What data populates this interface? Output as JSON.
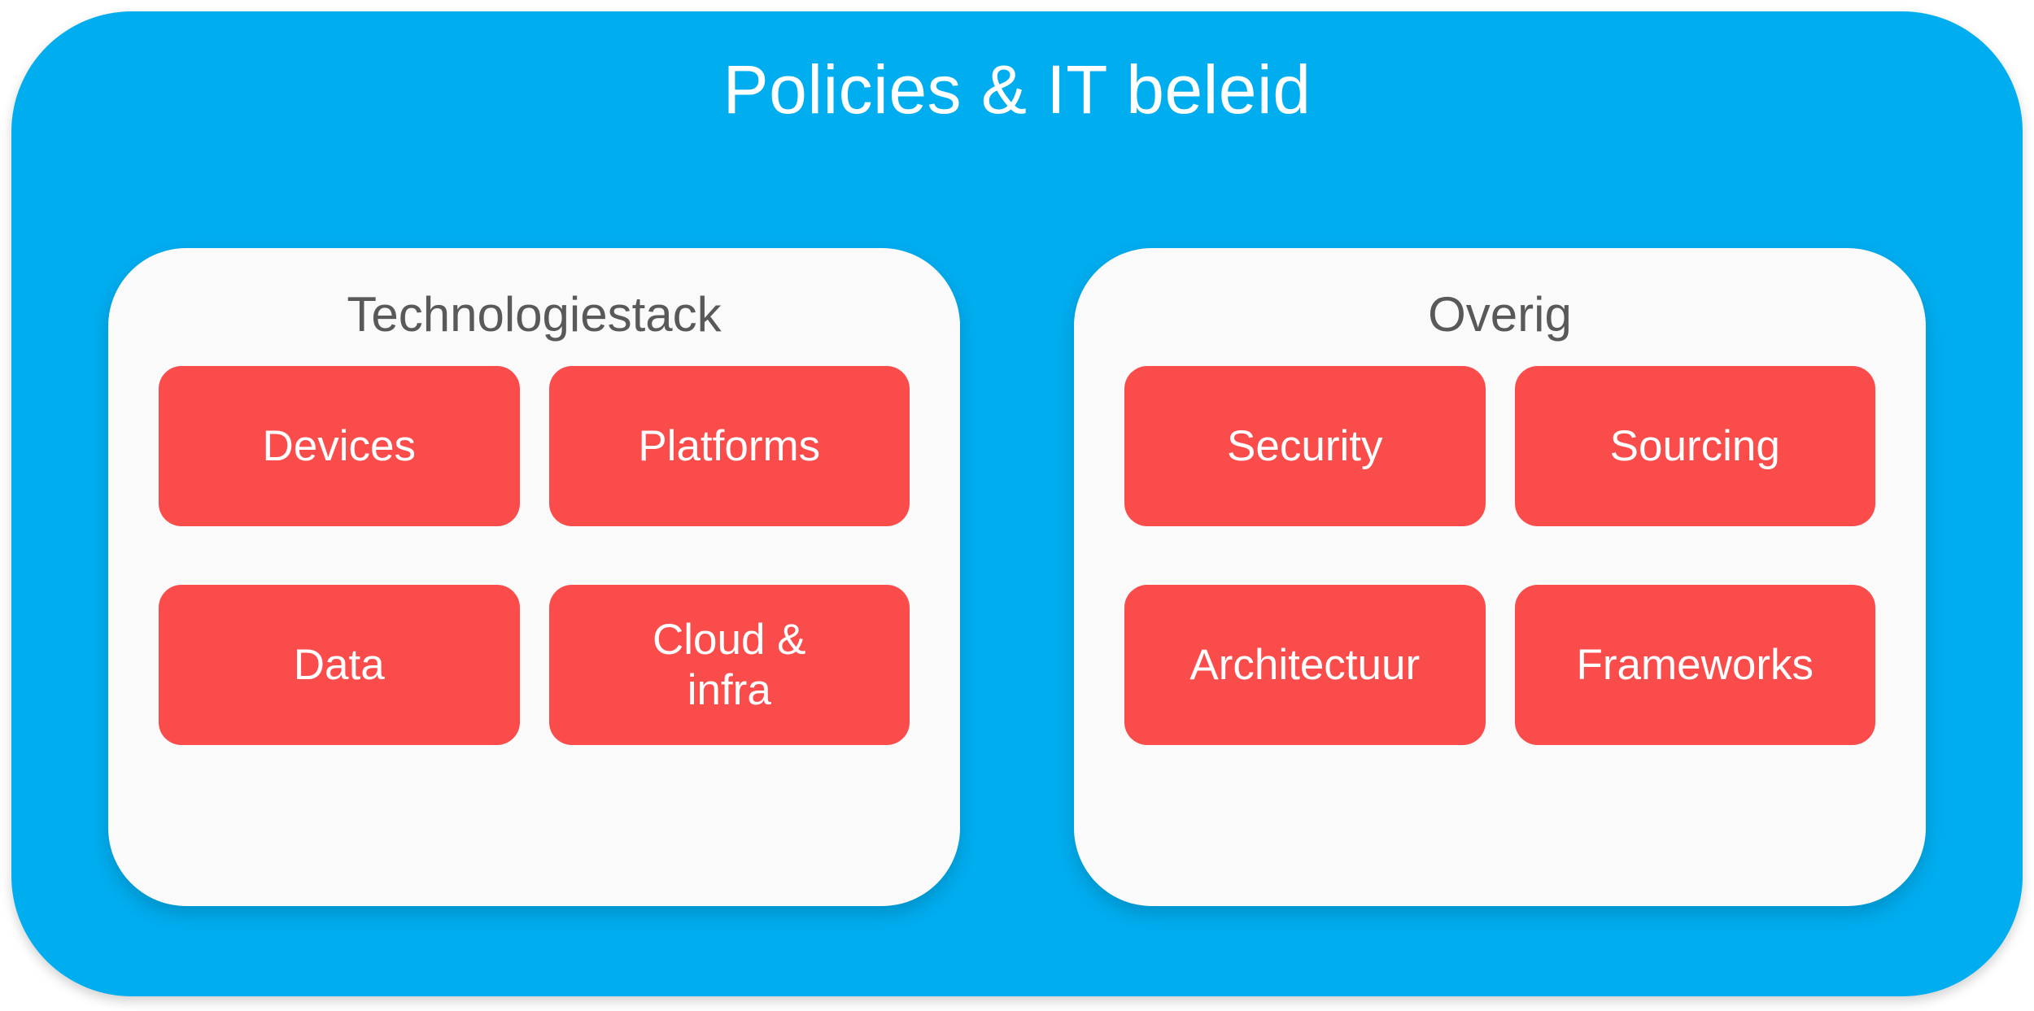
{
  "diagram": {
    "title": "Policies & IT beleid",
    "colors": {
      "container": "#00ADEF",
      "panel": "#FAFAFA",
      "chip": "#FB4C4C",
      "title_text": "#FFFFFF",
      "panel_title_text": "#595959",
      "chip_text": "#FFFFFF"
    },
    "panels": [
      {
        "title": "Technologiestack",
        "chips": [
          {
            "label": "Devices"
          },
          {
            "label": "Platforms"
          },
          {
            "label": "Data"
          },
          {
            "label": "Cloud &\ninfra"
          }
        ]
      },
      {
        "title": "Overig",
        "chips": [
          {
            "label": "Security"
          },
          {
            "label": "Sourcing"
          },
          {
            "label": "Architectuur"
          },
          {
            "label": "Frameworks"
          }
        ]
      }
    ]
  }
}
